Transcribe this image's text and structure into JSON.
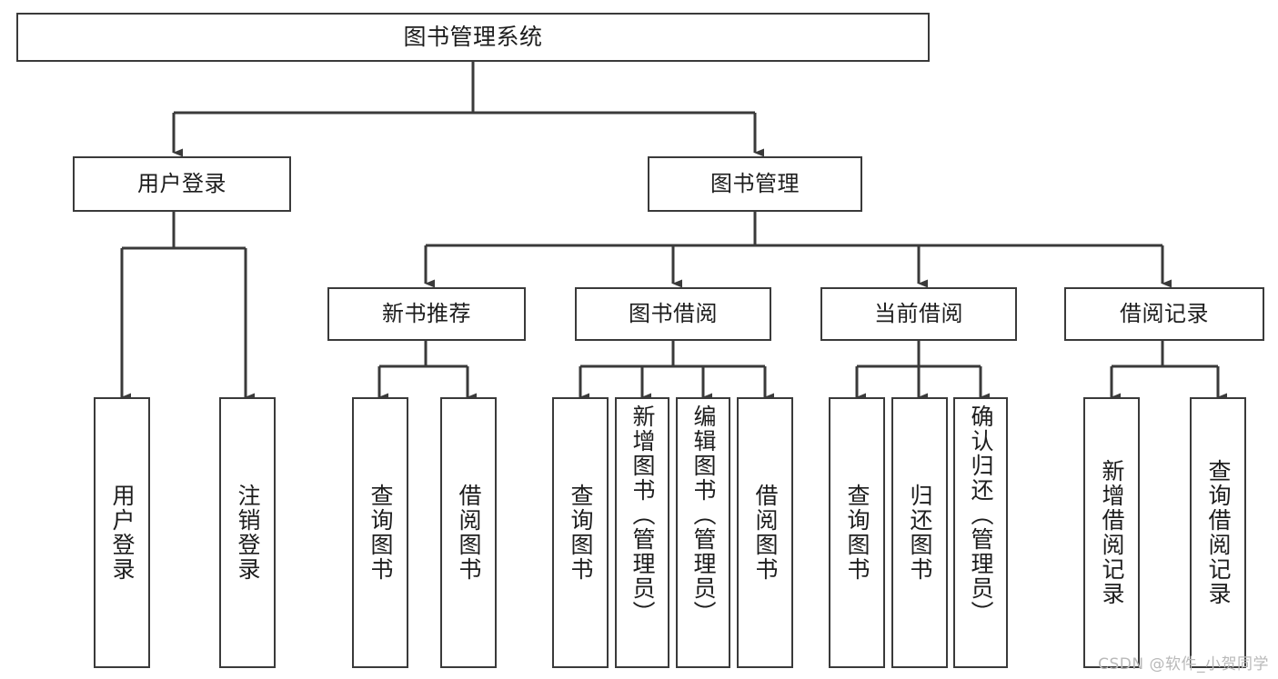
{
  "diagram": {
    "title": "图书管理系统",
    "type": "tree",
    "watermark": "CSDN @软件_小贺同学",
    "colors": {
      "stroke": "#3a3a3a",
      "fill": "#ffffff",
      "text": "#1d1d1d",
      "watermark": "#b9b9b9"
    },
    "levels": {
      "root": {
        "label": "图书管理系统"
      },
      "level2": [
        {
          "id": "user-login",
          "label": "用户登录"
        },
        {
          "id": "book-manage",
          "label": "图书管理"
        }
      ],
      "level3": [
        {
          "id": "new-book-recommend",
          "label": "新书推荐",
          "parent": "book-manage"
        },
        {
          "id": "book-borrow",
          "label": "图书借阅",
          "parent": "book-manage"
        },
        {
          "id": "current-borrow",
          "label": "当前借阅",
          "parent": "book-manage"
        },
        {
          "id": "borrow-record",
          "label": "借阅记录",
          "parent": "book-manage"
        }
      ],
      "leaves": [
        {
          "id": "leaf-user-login",
          "label": "用户登录",
          "parent": "user-login"
        },
        {
          "id": "leaf-logout-login",
          "label": "注销登录",
          "parent": "user-login"
        },
        {
          "id": "leaf-query-book-1",
          "label": "查询图书",
          "parent": "new-book-recommend"
        },
        {
          "id": "leaf-borrow-book-1",
          "label": "借阅图书",
          "parent": "new-book-recommend"
        },
        {
          "id": "leaf-query-book-2",
          "label": "查询图书",
          "parent": "book-borrow"
        },
        {
          "id": "leaf-add-book",
          "label": "新增图书（管理员）",
          "parent": "book-borrow"
        },
        {
          "id": "leaf-edit-book",
          "label": "编辑图书（管理员）",
          "parent": "book-borrow"
        },
        {
          "id": "leaf-borrow-book-2",
          "label": "借阅图书",
          "parent": "book-borrow"
        },
        {
          "id": "leaf-query-book-3",
          "label": "查询图书",
          "parent": "current-borrow"
        },
        {
          "id": "leaf-return-book",
          "label": "归还图书",
          "parent": "current-borrow"
        },
        {
          "id": "leaf-confirm-return",
          "label": "确认归还（管理员）",
          "parent": "current-borrow"
        },
        {
          "id": "leaf-add-record",
          "label": "新增借阅记录",
          "parent": "borrow-record"
        },
        {
          "id": "leaf-query-record",
          "label": "查询借阅记录",
          "parent": "borrow-record"
        }
      ]
    }
  }
}
